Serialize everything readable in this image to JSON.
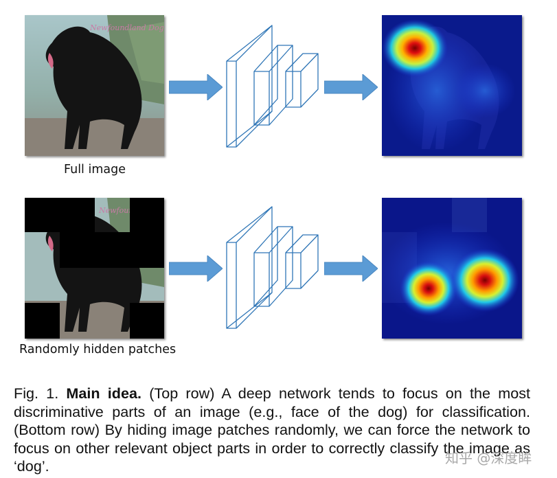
{
  "top_row": {
    "label": "Full image"
  },
  "bottom_row": {
    "label": "Randomly hidden patches"
  },
  "caption": {
    "fig_label": "Fig. 1.",
    "title": "Main idea.",
    "text": "(Top row) A deep network tends to focus on the most discriminative parts of an image (e.g., face of the dog) for classification. (Bottom row) By hiding image patches randomly, we can force the network to focus on other relevant object parts in order to correctly classify the image as ‘dog’."
  },
  "watermark": {
    "text": "知乎 @深度眸"
  },
  "colors": {
    "arrow": "#5b9bd5",
    "network_stroke": "#2e75b6",
    "heatmap_bg": "#0a1a8c"
  }
}
